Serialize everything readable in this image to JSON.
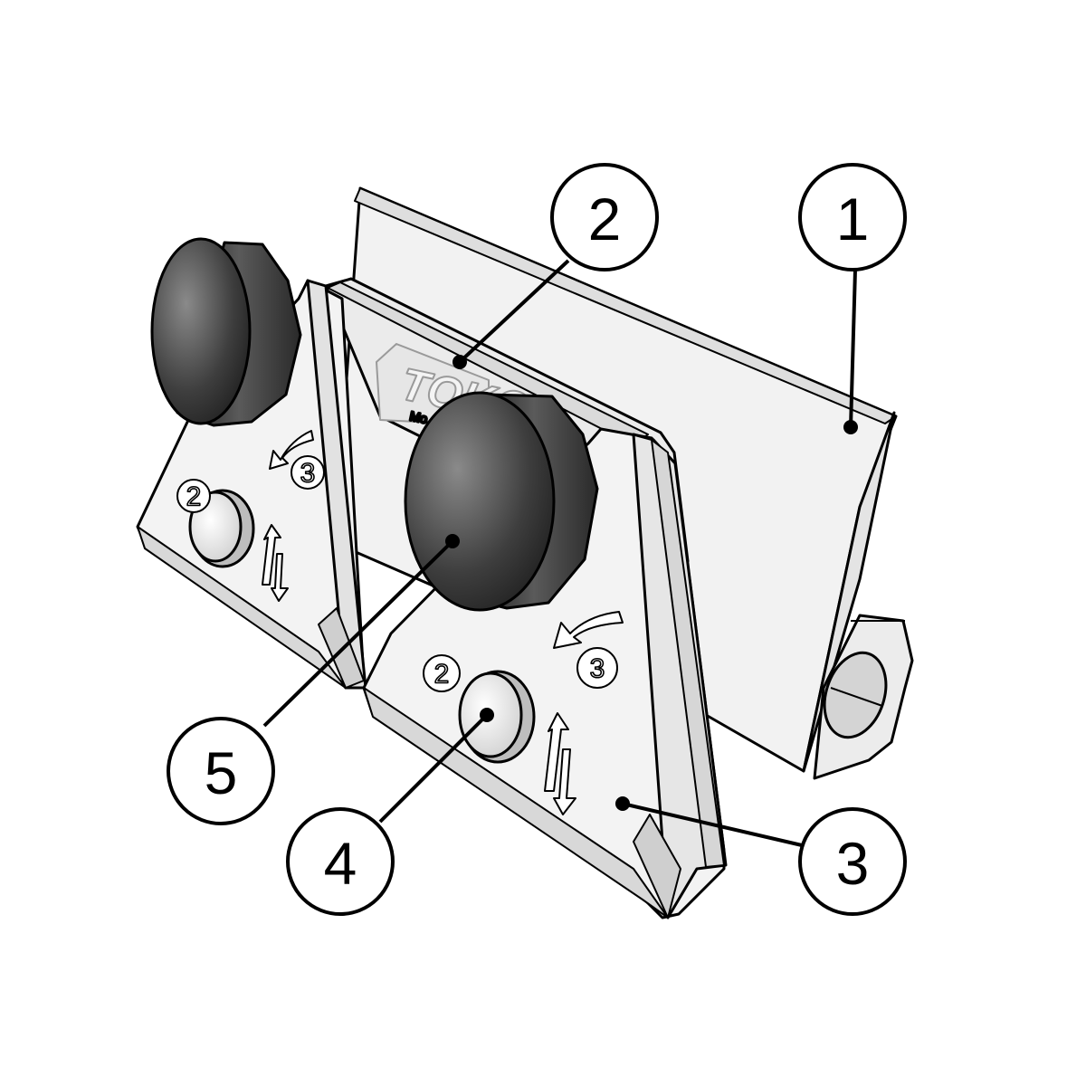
{
  "logo": {
    "brand": "TOKO",
    "sub": "Mo..."
  },
  "callouts": [
    {
      "number": "1"
    },
    {
      "number": "2"
    },
    {
      "number": "3"
    },
    {
      "number": "4"
    },
    {
      "number": "5"
    }
  ],
  "left_module": {
    "step_a": "2",
    "step_b": "3"
  },
  "right_module": {
    "step_a": "2",
    "step_b": "3"
  },
  "colors": {
    "outline": "#000000",
    "body": "#f4f4f4",
    "shade": "#dcdcdc",
    "stone_dark": "#2e2e2e",
    "stone_mid": "#6a6a6a"
  }
}
